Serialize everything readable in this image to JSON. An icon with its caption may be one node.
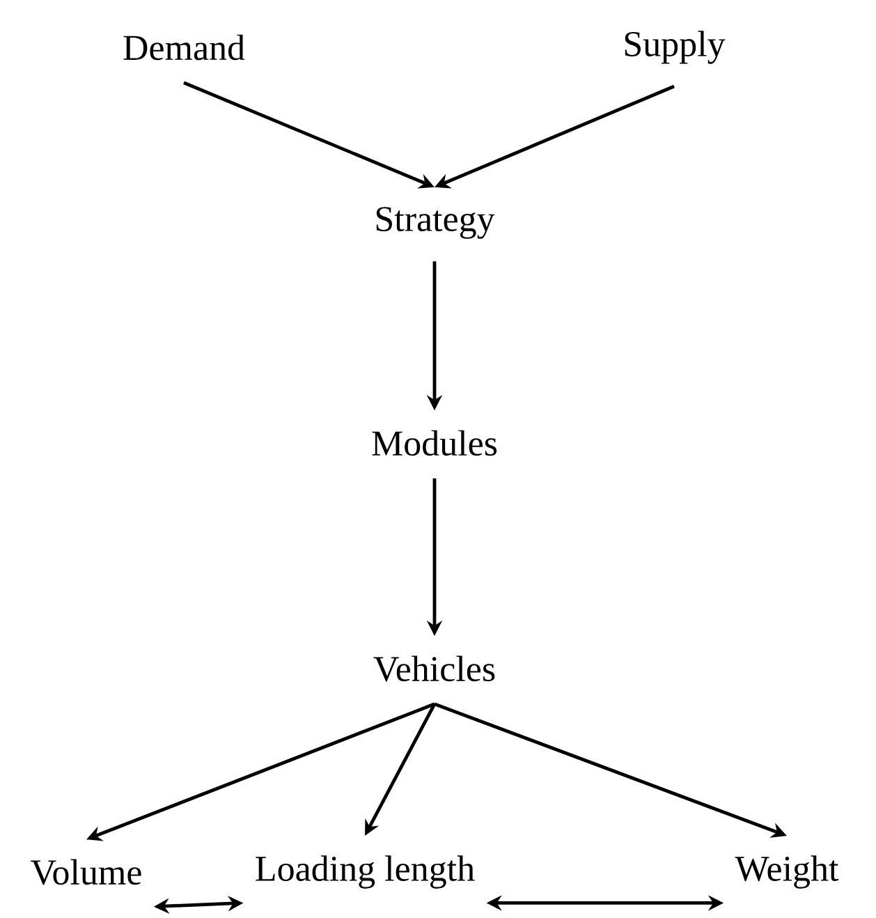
{
  "diagram": {
    "nodes": [
      {
        "text": [
          "Demand"
        ]
      },
      {
        "text": [
          "Supply"
        ]
      },
      {
        "text": [
          "Strategy"
        ]
      },
      {
        "text": [
          "Modules"
        ]
      },
      {
        "text": [
          "Vehicles"
        ]
      },
      {
        "text": [
          "Volume"
        ]
      },
      {
        "text": [
          "Loading length"
        ]
      },
      {
        "text": [
          "Weight"
        ]
      }
    ],
    "edges": [
      {
        "from": 0,
        "to": 2,
        "arrow": "to"
      },
      {
        "from": 1,
        "to": 2,
        "arrow": "to"
      },
      {
        "from": 2,
        "to": 3,
        "arrow": "to"
      },
      {
        "from": 3,
        "to": 4,
        "arrow": "to"
      },
      {
        "from": 4,
        "to": 5,
        "arrow": "to"
      },
      {
        "from": 4,
        "to": 6,
        "arrow": "to"
      },
      {
        "from": 4,
        "to": 7,
        "arrow": "to"
      },
      {
        "from": 5,
        "to": 6,
        "arrow": "both"
      },
      {
        "from": 6,
        "to": 7,
        "arrow": "both"
      }
    ]
  }
}
